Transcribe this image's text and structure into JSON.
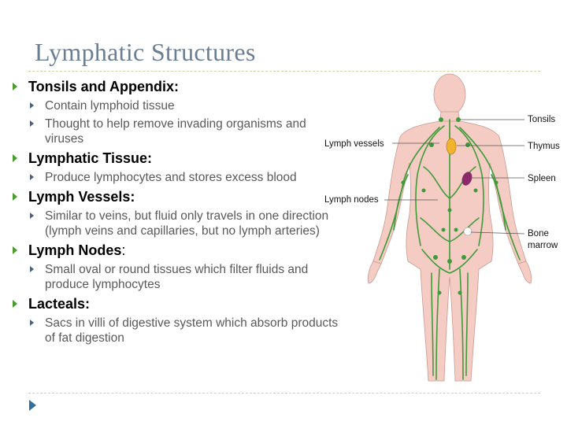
{
  "title": "Lymphatic Structures",
  "bullets": [
    {
      "heading": "Tonsils and Appendix:",
      "heading_suffix": "",
      "items": [
        "Contain lymphoid tissue",
        "Thought to help remove invading organisms and viruses"
      ]
    },
    {
      "heading": "Lymphatic Tissue:",
      "heading_suffix": "",
      "items": [
        "Produce lymphocytes and stores excess blood"
      ]
    },
    {
      "heading": "Lymph Vessels:",
      "heading_suffix": "",
      "items": [
        "Similar to veins, but fluid only travels in one direction (lymph veins and capillaries, but no lymph arteries)"
      ]
    },
    {
      "heading": "Lymph Nodes",
      "heading_suffix": ":",
      "items": [
        "Small oval or round tissues which filter fluids and produce lymphocytes"
      ]
    },
    {
      "heading": "Lacteals:",
      "heading_suffix": "",
      "items": [
        "Sacs in villi of digestive system which absorb products of fat digestion"
      ]
    }
  ],
  "figure": {
    "labels": {
      "lymph_vessels": "Lymph vessels",
      "lymph_nodes": "Lymph nodes",
      "tonsils": "Tonsils",
      "thymus": "Thymus",
      "spleen": "Spleen",
      "bone_marrow_1": "Bone",
      "bone_marrow_2": "marrow"
    }
  },
  "colors": {
    "title": "#6b7f94",
    "bullet_l1": "#4a9c2e",
    "bullet_l2": "#4b6178",
    "lymph": "#3f9b3a",
    "skin": "#f4ccc4",
    "thymus": "#f0b330",
    "spleen": "#8b2a6a"
  }
}
